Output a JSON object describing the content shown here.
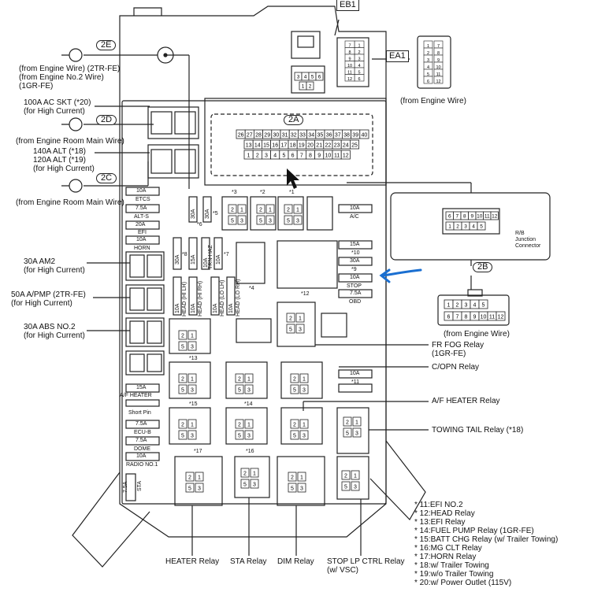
{
  "connectors": {
    "eb1": "EB1",
    "ea1": "EA1",
    "c2e": "2E",
    "c2d": "2D",
    "c2c": "2C",
    "c2a": "2A",
    "c2b": "2B"
  },
  "wires": {
    "engine_wire_2e": [
      "(from Engine Wire) (2TR-FE)",
      "(from Engine No.2 Wire)",
      "(1GR-FE)"
    ],
    "engine_room_2d": "(from Engine Room Main Wire)",
    "engine_room_2c": "(from Engine Room Main Wire)",
    "engine_wire_ea1": "(from Engine Wire)",
    "engine_wire_2b": "(from Engine Wire)"
  },
  "fusible_links": {
    "ac_skt": [
      "100A AC SKT (*20)",
      "(for High Current)"
    ],
    "alt": [
      "140A ALT (*18)",
      "120A ALT (*19)",
      "(for High Current)"
    ],
    "am2": [
      "30A AM2",
      "(for High Current)"
    ],
    "apmp": [
      "50A A/PMP (2TR-FE)",
      "(for High Current)"
    ],
    "abs2": [
      "30A ABS NO.2",
      "(for High Current)"
    ]
  },
  "fuses_left": [
    {
      "amp": "10A",
      "name": "ETCS"
    },
    {
      "amp": "7.5A",
      "name": "ALT-S"
    },
    {
      "amp": "20A",
      "name": "EFI"
    },
    {
      "amp": "10A",
      "name": "HORN"
    }
  ],
  "fuses_lower_left": [
    {
      "amp": "15A",
      "name": "A/F HEATER"
    },
    {
      "amp": "",
      "name": "Short Pin"
    },
    {
      "amp": "7.5A",
      "name": "ECU-B"
    },
    {
      "amp": "7.5A",
      "name": "DOME"
    },
    {
      "amp": "10A",
      "name": "RADIO NO.1"
    }
  ],
  "sta_fuse": {
    "amp": "7.5A",
    "name": "STA"
  },
  "fuses_right": [
    {
      "amp": "10A",
      "name": "A/C"
    },
    {
      "amp": "15A",
      "name": "*10"
    },
    {
      "amp": "30A",
      "name": "*9"
    },
    {
      "amp": "10A",
      "name": "STOP"
    },
    {
      "amp": "7.5A",
      "name": "OBD"
    }
  ],
  "fuse_11": {
    "amp": "10A",
    "name": "*11"
  },
  "vert_fuses_top": [
    {
      "amp": "30A",
      "name": "*6"
    },
    {
      "amp": "30A",
      "name": "*5"
    },
    {
      "amp": "30A",
      "name": "*8"
    },
    {
      "amp": "15A",
      "name": "*8"
    },
    {
      "amp": "10A",
      "name": "TRN-HAZ"
    },
    {
      "amp": "10A",
      "name": "*7"
    }
  ],
  "vert_fuses_head": [
    {
      "amp": "10A",
      "name": "HEAD (HI LH)"
    },
    {
      "amp": "10A",
      "name": "HEAD (HI RH)"
    },
    {
      "amp": "10A",
      "name": "HEAD (LO LH)"
    },
    {
      "amp": "10A",
      "name": "HEAD (LO RH)"
    }
  ],
  "relay_tags": {
    "r1": "*1",
    "r2": "*2",
    "r3": "*3",
    "r4": "*4",
    "r12": "*12",
    "r13": "*13",
    "r14": "*14",
    "r15": "*15",
    "r16": "*16",
    "r17": "*17"
  },
  "relays": {
    "fr_fog": [
      "FR FOG Relay",
      "(1GR-FE)"
    ],
    "copn": "C/OPN Relay",
    "af_heater": "A/F HEATER Relay",
    "towing_tail": "TOWING TAIL Relay (*18)",
    "heater": "HEATER Relay",
    "sta": "STA Relay",
    "dim": "DIM Relay",
    "stop_lp": [
      "STOP LP CTRL Relay",
      "(w/ VSC)"
    ]
  },
  "rb_junction": [
    "R/B",
    "Junction",
    "Connector"
  ],
  "pin_2a_row1": [
    "26",
    "27",
    "28",
    "29",
    "30",
    "31",
    "32",
    "33",
    "34",
    "35",
    "36",
    "37",
    "38",
    "39",
    "40"
  ],
  "pin_2a_row2": [
    "13",
    "14",
    "15",
    "16",
    "17",
    "18",
    "19",
    "20",
    "21",
    "22",
    "23",
    "24",
    "25"
  ],
  "pin_2a_row3": [
    "1",
    "2",
    "3",
    "4",
    "5",
    "6",
    "7",
    "8",
    "9",
    "10",
    "11",
    "12"
  ],
  "pin_rb_row1": [
    "6",
    "7",
    "8",
    "9",
    "10",
    "11",
    "12"
  ],
  "pin_rb_row2": [
    "1",
    "2",
    "3",
    "4",
    "5"
  ],
  "pin_2b_row1": [
    "1",
    "2",
    "3",
    "4",
    "5"
  ],
  "pin_2b_row2": [
    "6",
    "7",
    "8",
    "9",
    "10",
    "11",
    "12"
  ],
  "pin_eb1": [
    "3",
    "4",
    "5",
    "6",
    "1",
    "2"
  ],
  "pin_ea1_left": [
    "1",
    "2",
    "3",
    "4",
    "5",
    "6",
    "7",
    "8",
    "9",
    "10",
    "11",
    "12"
  ],
  "pin_ea1_right": [
    "1",
    "2",
    "3",
    "4",
    "5",
    "6",
    "7",
    "8",
    "9",
    "10",
    "11",
    "12"
  ],
  "pin_relay": [
    "1",
    "2",
    "3",
    "5"
  ],
  "notes": [
    "* 11:EFI NO.2",
    "* 12:HEAD Relay",
    "* 13:EFI Relay",
    "* 14:FUEL PUMP Relay (1GR-FE)",
    "* 15:BATT CHG Relay (w/ Trailer Towing)",
    "* 16:MG CLT Relay",
    "* 17:HORN Relay",
    "* 18:w/ Trailer Towing",
    "* 19:w/o Trailer Towing",
    "* 20:w/ Power Outlet (115V)"
  ],
  "colors": {
    "line": "#222222",
    "arrow": "#1a6fd1",
    "box_fill": "#ffffff"
  }
}
